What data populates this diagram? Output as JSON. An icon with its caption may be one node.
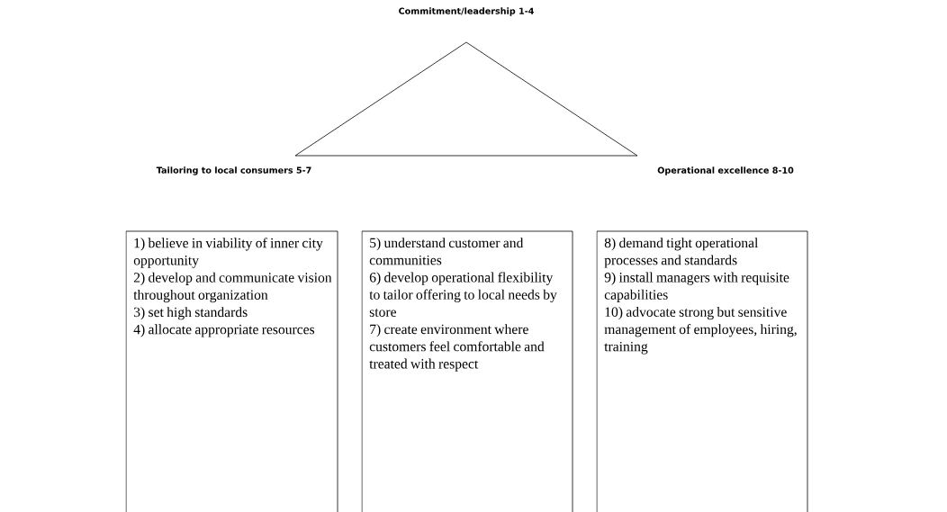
{
  "diagram": {
    "nodes": [
      {
        "text": [],
        "shape": "triangle",
        "beside": [
          "Commitment/leadership 1-4",
          "Tailoring to local consumers 5-7",
          "Operational excellence 8-10"
        ]
      },
      {
        "text": [
          "1) believe in viability of inner city opportunity",
          "2) develop and communicate vision throughout organization",
          "3) set high standards",
          "4) allocate appropriate resources"
        ]
      },
      {
        "text": [
          "5) understand customer and communities",
          "6) develop operational flexibility to tailor offering to local needs by store",
          "7) create environment where customers feel comfortable and treated with respect"
        ]
      },
      {
        "text": [
          "8) demand tight operational processes and standards",
          "9) install managers with requisite capabilities",
          "10) advocate strong but sensitive management of employees, hiring, training"
        ]
      }
    ],
    "edges": []
  }
}
